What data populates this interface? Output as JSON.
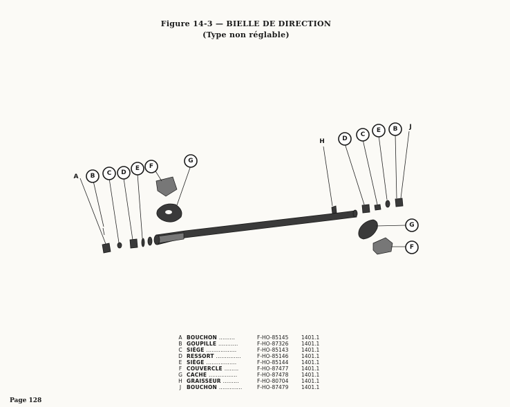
{
  "header": {
    "title": "Figure 14-3 — BIELLE DE DIRECTION",
    "subtitle": "(Type non réglable)"
  },
  "callouts_left": [
    "A",
    "B",
    "C",
    "D",
    "E",
    "F",
    "G"
  ],
  "callouts_right": [
    "H",
    "D",
    "C",
    "E",
    "B",
    "J",
    "G",
    "F"
  ],
  "parts": [
    {
      "letter": "A",
      "name": "BOUCHON",
      "dots": ".........",
      "ref": "F-HO-85145",
      "code": "1401.1"
    },
    {
      "letter": "B",
      "name": "GOUPILLE",
      "dots": "...........",
      "ref": "F-HO-87326",
      "code": "1401.1"
    },
    {
      "letter": "C",
      "name": "SIÈGE",
      "dots": ".................",
      "ref": "F-HO-85143",
      "code": "1401.1"
    },
    {
      "letter": "D",
      "name": "RESSORT",
      "dots": "..............",
      "ref": "F-HO-85146",
      "code": "1401.1"
    },
    {
      "letter": "E",
      "name": "SIÈGE",
      "dots": ".................",
      "ref": "F-HO-85144",
      "code": "1401.1"
    },
    {
      "letter": "F",
      "name": "COUVERCLE",
      "dots": "........",
      "ref": "F-HO-87477",
      "code": "1401.1"
    },
    {
      "letter": "G",
      "name": "CACHE",
      "dots": "................",
      "ref": "F-HO-87478",
      "code": "1401.1"
    },
    {
      "letter": "H",
      "name": "GRAISSEUR",
      "dots": ".........",
      "ref": "F-HO-80704",
      "code": "1401.1"
    },
    {
      "letter": "J",
      "name": "BOUCHON",
      "dots": ".............",
      "ref": "F-HO-87479",
      "code": "1401.1"
    }
  ],
  "footer": {
    "page": "Page 128"
  }
}
